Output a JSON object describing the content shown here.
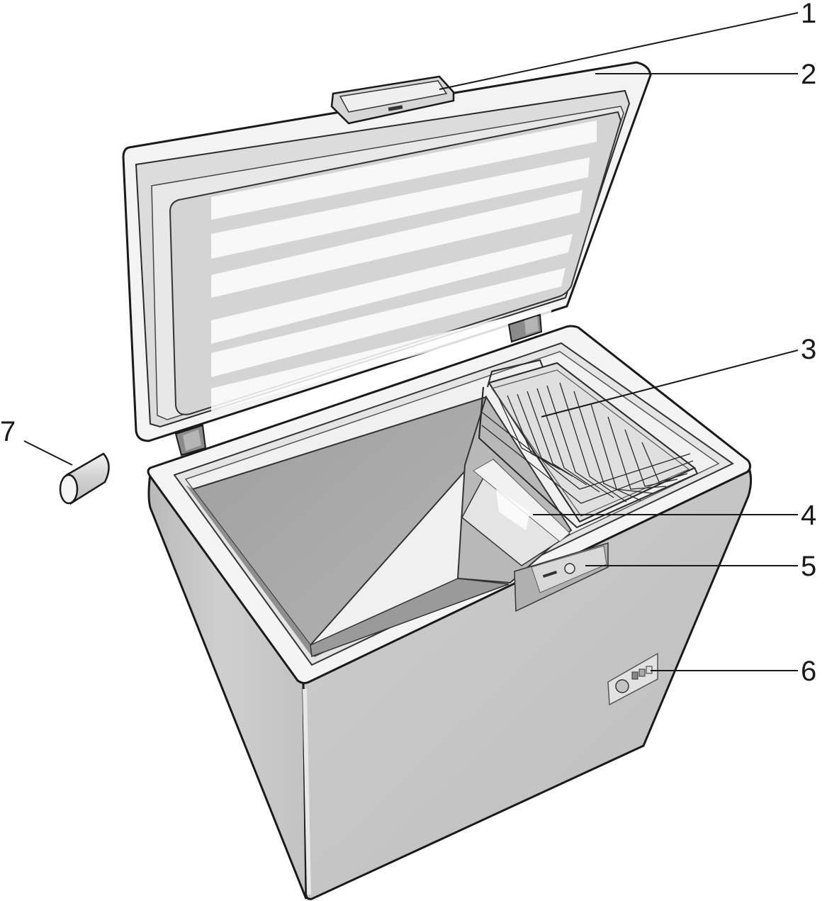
{
  "callouts": [
    {
      "id": "c1",
      "label": "1"
    },
    {
      "id": "c2",
      "label": "2"
    },
    {
      "id": "c3",
      "label": "3"
    },
    {
      "id": "c4",
      "label": "4"
    },
    {
      "id": "c5",
      "label": "5"
    },
    {
      "id": "c6",
      "label": "6"
    },
    {
      "id": "c7",
      "label": "7"
    }
  ],
  "colors": {
    "outline": "#1a1a1a",
    "body": "#c8c8c8",
    "cavity": "#a8a8a8",
    "lid_panel": "#d8d8d8",
    "rim": "#ebebeb"
  }
}
